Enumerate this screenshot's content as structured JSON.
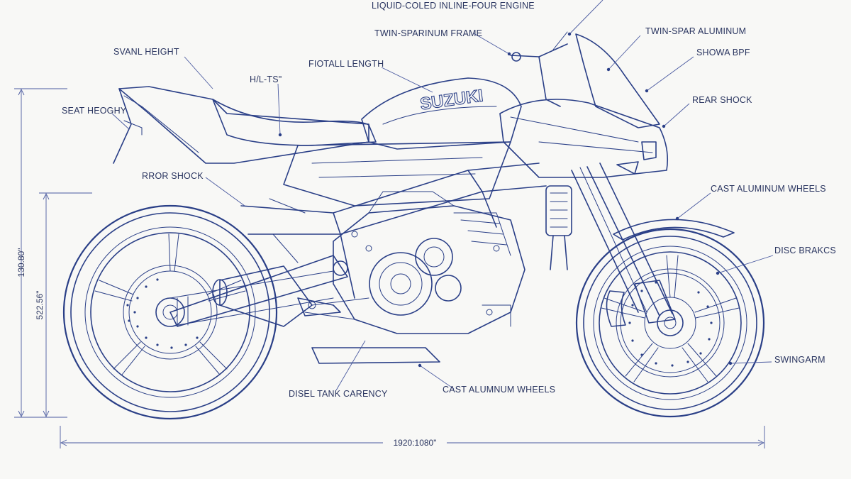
{
  "brand_text": "SUZUKI",
  "labels": {
    "engine": "LIQUID-COLED INLINE-FOUR ENGINE",
    "twin_sparinum_frame": "TWIN-SPARINUM FRAME",
    "twin_spar_aluminum": "TWIN-SPAR ALUMINUM",
    "svanl_height": "SVANL HEIGHT",
    "fiotall_length": "FIOTALL LENGTH",
    "showa_bpf": "SHOWA BPF",
    "hl_ts": "H/L-TS\"",
    "seat_heoghy": "SEAT HEOGHY",
    "rear_shock": "REAR SHOCK",
    "rror_shock": "RROR SHOCK",
    "cast_aluminum_wheels": "CAST ALUMINUM WHEELS",
    "disc_brakes": "DISC BRAKCS",
    "swingarm": "SWINGARM",
    "disel_tank": "DISEL TANK CARENCY",
    "cast_alumnum_wheels": "CAST ALUMNUM WHEELS"
  },
  "dimensions": {
    "overall_height": "130.80\"",
    "wheel_height": "522.56\"",
    "overall_length": "1920:1080\""
  },
  "colors": {
    "ink": "#2a3f87",
    "background": "#f8f8f6"
  }
}
